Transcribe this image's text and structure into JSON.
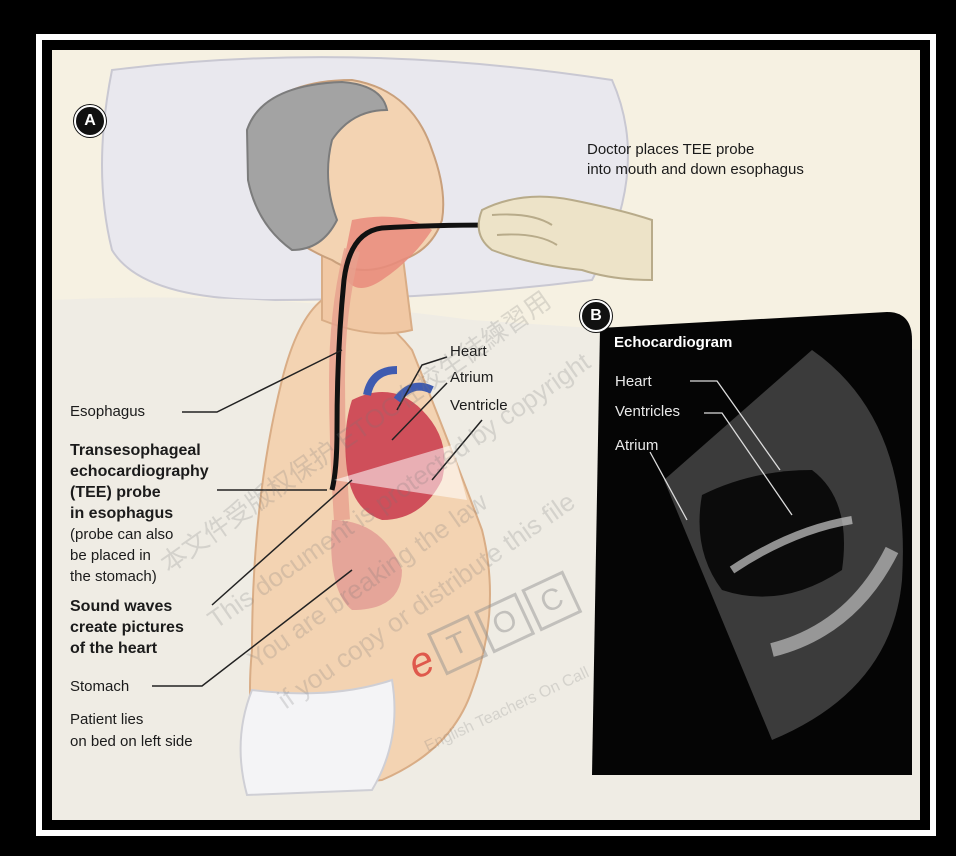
{
  "panel_a": {
    "badge": "A",
    "doctor_caption_line1": "Doctor places TEE probe",
    "doctor_caption_line2": "into mouth and down esophagus",
    "labels": {
      "heart": "Heart",
      "atrium": "Atrium",
      "ventricle": "Ventricle",
      "esophagus": "Esophagus",
      "tee_title_1": "Transesophageal",
      "tee_title_2": "echocardiography",
      "tee_title_3": "(TEE) probe",
      "tee_title_4": "in esophagus",
      "tee_note_1": "(probe can also",
      "tee_note_2": "be placed in",
      "tee_note_3": "the stomach)",
      "sound_1": "Sound waves",
      "sound_2": "create pictures",
      "sound_3": "of the heart",
      "stomach": "Stomach",
      "patient_1": "Patient lies",
      "patient_2": "on bed on left side"
    }
  },
  "panel_b": {
    "badge": "B",
    "title": "Echocardiogram",
    "labels": {
      "heart": "Heart",
      "ventricles": "Ventricles",
      "atrium": "Atrium"
    }
  },
  "watermark": {
    "lines": [
      "本文件受版权保护 ETOC在校生徒練習用",
      "This document is protected by copyright",
      "You are breaking the law",
      "if you copy or distribute this file"
    ],
    "logo_letters": [
      "e",
      "T",
      "O",
      "C"
    ],
    "logo_caption": "English Teachers On Call"
  },
  "colors": {
    "background": "#000000",
    "panel": "#f6f1e2",
    "skin": "#f3d3b2",
    "hair": "#9a9a9a",
    "echo_bg": "#050505",
    "watermark_red": "#d8302a"
  }
}
